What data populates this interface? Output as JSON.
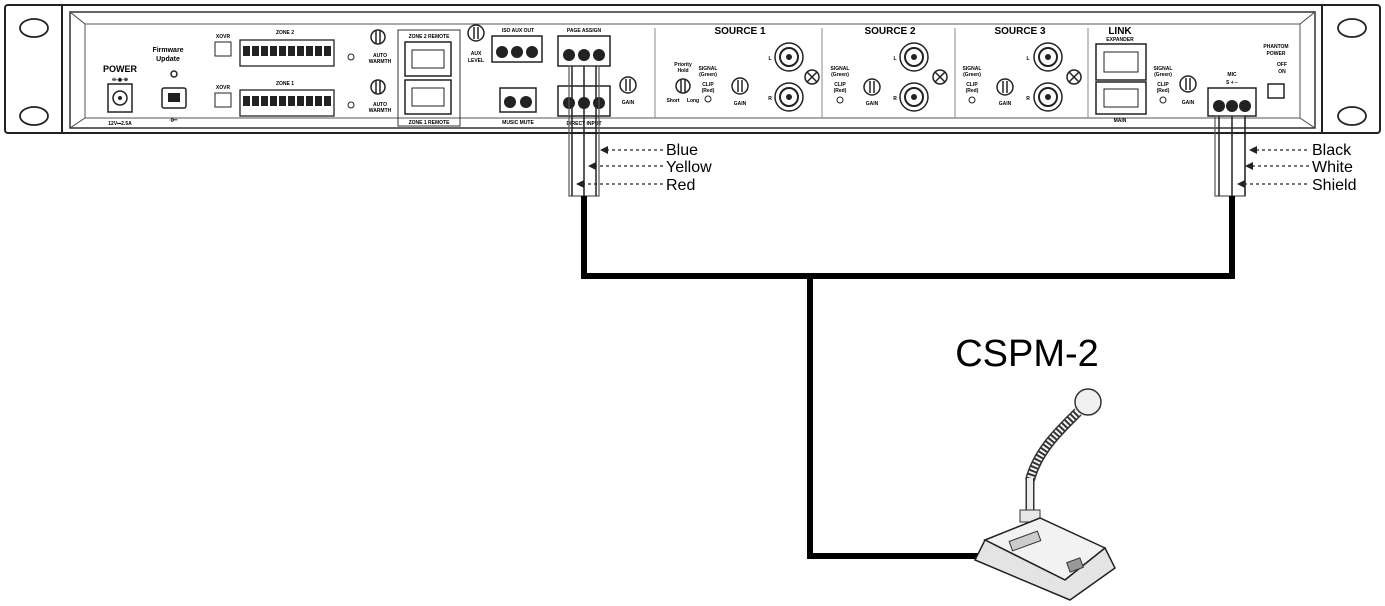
{
  "panel": {
    "power": "POWER",
    "power_symbol": "⊖-◉-⊕",
    "power_rating": "12V⎓2.5A",
    "firmware_1": "Firmware",
    "firmware_2": "Update",
    "zone2": "ZONE 2",
    "zone1": "ZONE 1",
    "xovr": "XOVR",
    "auto_1": "AUTO",
    "auto_2": "WARMTH",
    "zone2_remote": "ZONE 2 REMOTE",
    "zone1_remote": "ZONE 1 REMOTE",
    "iso_aux_out": "ISO AUX OUT",
    "aux_1": "AUX",
    "aux_2": "LEVEL",
    "music_mute": "MUSIC MUTE",
    "page_assign": "PAGE ASSIGN",
    "direct_input": "DIRECT INPUT",
    "gain": "GAIN",
    "priority_1": "Priority",
    "priority_2": "Hold",
    "short": "Short",
    "long": "Long",
    "signal_1": "SIGNAL",
    "signal_2": "(Green)",
    "clip_1": "CLIP",
    "clip_2": "(Red)",
    "source1": "SOURCE 1",
    "source2": "SOURCE 2",
    "source3": "SOURCE 3",
    "l": "L",
    "r": "R",
    "link": "LINK",
    "expander": "EXPANDER",
    "main": "MAIN",
    "mic": "MIC",
    "mic_pins": "S  +  −",
    "phantom_1": "PHANTOM",
    "phantom_2": "POWER",
    "off": "OFF",
    "on": "ON"
  },
  "wires_left": [
    "Blue",
    "Yellow",
    "Red"
  ],
  "wires_right": [
    "Black",
    "White",
    "Shield"
  ],
  "device_label": "CSPM-2"
}
